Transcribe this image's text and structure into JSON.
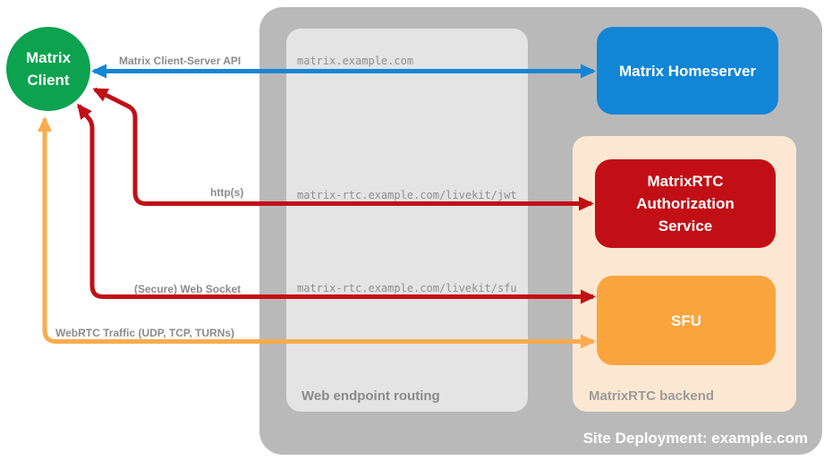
{
  "diagram": {
    "title": "Site Deployment: example.com",
    "nodes": {
      "client": "Matrix Client",
      "homeserver": "Matrix Homeserver",
      "auth_service": "MatrixRTC Authorization Service",
      "sfu": "SFU"
    },
    "groups": {
      "routing_label": "Web endpoint routing",
      "backend_label": "MatrixRTC backend"
    },
    "endpoints": {
      "homeserver": "matrix.example.com",
      "jwt": "matrix-rtc.example.com/livekit/jwt",
      "sfu": "matrix-rtc.example.com/livekit/sfu"
    },
    "arrows": {
      "api": "Matrix Client-Server API",
      "http": "http(s)",
      "websocket": "(Secure) Web Socket",
      "webrtc": "WebRTC Traffic (UDP, TCP, TURNs)"
    },
    "colors": {
      "client_green": "#0ca24f",
      "homeserver_blue": "#1286d6",
      "auth_red": "#c20f16",
      "sfu_orange": "#faa43e",
      "arrow_blue": "#1286d6",
      "arrow_red": "#c20f16",
      "arrow_orange": "#fbab4c",
      "container_gray": "#b9b9b9",
      "routing_gray": "#e4e4e4",
      "backend_peach": "#fce8d2",
      "label_gray": "#8b8b8b"
    }
  }
}
